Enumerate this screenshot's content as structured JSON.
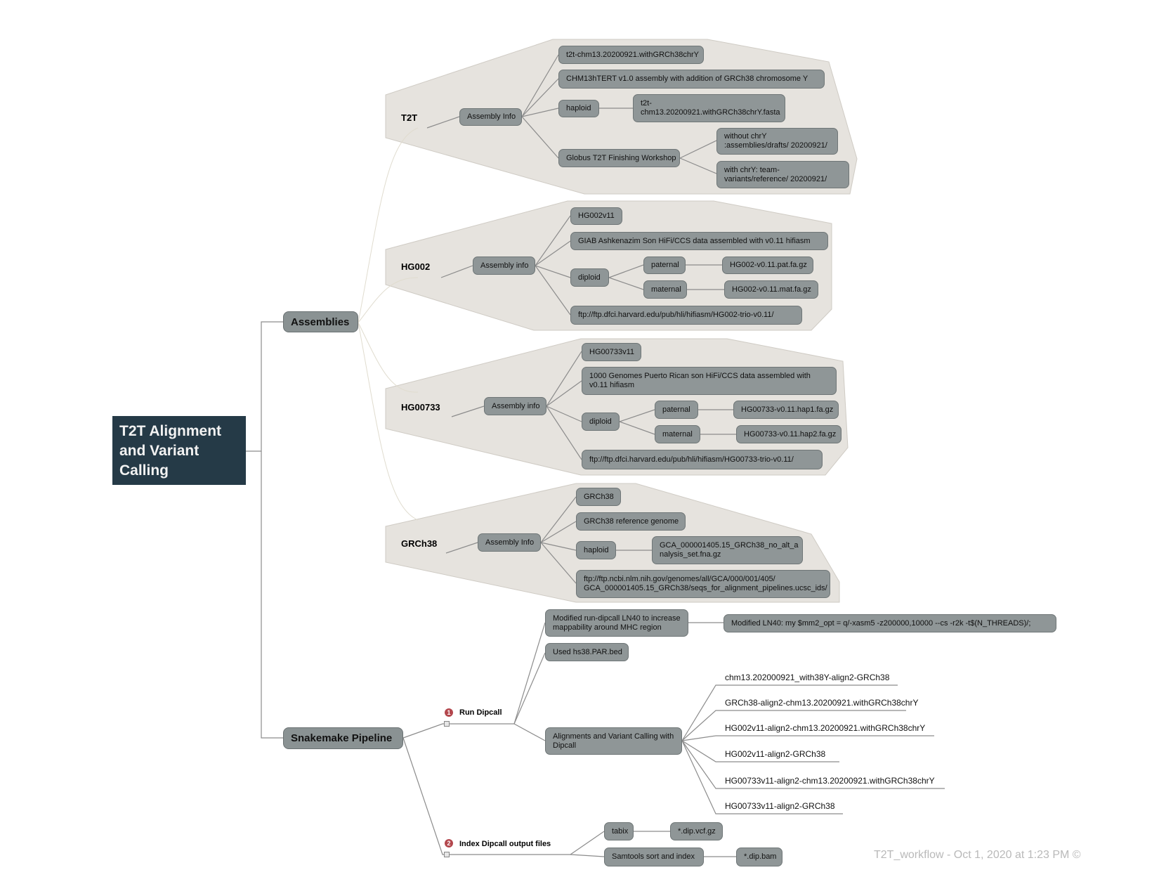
{
  "root": {
    "title": "T2T Alignment and Variant Calling"
  },
  "assemblies": {
    "label": "Assemblies",
    "t2t": {
      "label": "T2T",
      "info": "Assembly Info",
      "name": "t2t-chm13.20200921.withGRCh38chrY",
      "description": "CHM13hTERT v1.0 assembly with addition of GRCh38 chromosome Y",
      "ploidy": "haploid",
      "fasta": "t2t-chm13.20200921.withGRCh38chrY.fasta",
      "globus": "Globus T2T Finishing Workshop",
      "without_chrY": "without chrY :assemblies/drafts/ 20200921/",
      "with_chrY": "with chrY: team-variants/reference/ 20200921/"
    },
    "hg002": {
      "label": "HG002",
      "info": "Assembly info",
      "name": "HG002v11",
      "description": "GIAB Ashkenazim Son HiFi/CCS data assembled with v0.11 hifiasm",
      "ploidy": "diploid",
      "paternal": "paternal",
      "maternal": "maternal",
      "pat_file": "HG002-v0.11.pat.fa.gz",
      "mat_file": "HG002-v0.11.mat.fa.gz",
      "ftp": "ftp://ftp.dfci.harvard.edu/pub/hli/hifiasm/HG002-trio-v0.11/"
    },
    "hg00733": {
      "label": "HG00733",
      "info": "Assembly info",
      "name": "HG00733v11",
      "description": "1000 Genomes Puerto Rican son HiFi/CCS data assembled with v0.11 hifiasm",
      "ploidy": "diploid",
      "paternal": "paternal",
      "maternal": "maternal",
      "pat_file": "HG00733-v0.11.hap1.fa.gz",
      "mat_file": "HG00733-v0.11.hap2.fa.gz",
      "ftp": "ftp://ftp.dfci.harvard.edu/pub/hli/hifiasm/HG00733-trio-v0.11/"
    },
    "grch38": {
      "label": "GRCh38",
      "info": "Assembly Info",
      "name": "GRCh38",
      "description": "GRCh38 reference genome",
      "ploidy": "haploid",
      "fasta": "GCA_000001405.15_GRCh38_no_alt_a nalysis_set.fna.gz",
      "ftp": "ftp://ftp.ncbi.nlm.nih.gov/genomes/all/GCA/000/001/405/ GCA_000001405.15_GRCh38/seqs_for_alignment_pipelines.ucsc_ids/"
    }
  },
  "pipeline": {
    "label": "Snakemake Pipeline",
    "run_dipcall": {
      "badge": "1",
      "label": "Run Dipcall",
      "modified": "Modified run-dipcall LN40 to increase mappability around MHC region",
      "modified_detail": "Modified LN40:  my $mm2_opt = q/-xasm5 -z200000,10000 --cs -r2k -t$(N_THREADS)/;",
      "par_bed": "Used hs38.PAR.bed",
      "alignments": "Alignments and Variant Calling with Dipcall",
      "outputs": [
        "chm13.202000921_with38Y-align2-GRCh38",
        "GRCh38-align2-chm13.20200921.withGRCh38chrY",
        "HG002v11-align2-chm13.20200921.withGRCh38chrY",
        "HG002v11-align2-GRCh38",
        "HG00733v11-align2-chm13.20200921.withGRCh38chrY",
        "HG00733v11-align2-GRCh38"
      ]
    },
    "index": {
      "badge": "2",
      "label": "Index Dipcall output files",
      "tabix": "tabix",
      "vcf": "*.dip.vcf.gz",
      "samtools": "Samtools sort and index",
      "bam": "*.dip.bam"
    }
  },
  "footer": "T2T_workflow - Oct 1, 2020 at 1:23 PM ©"
}
